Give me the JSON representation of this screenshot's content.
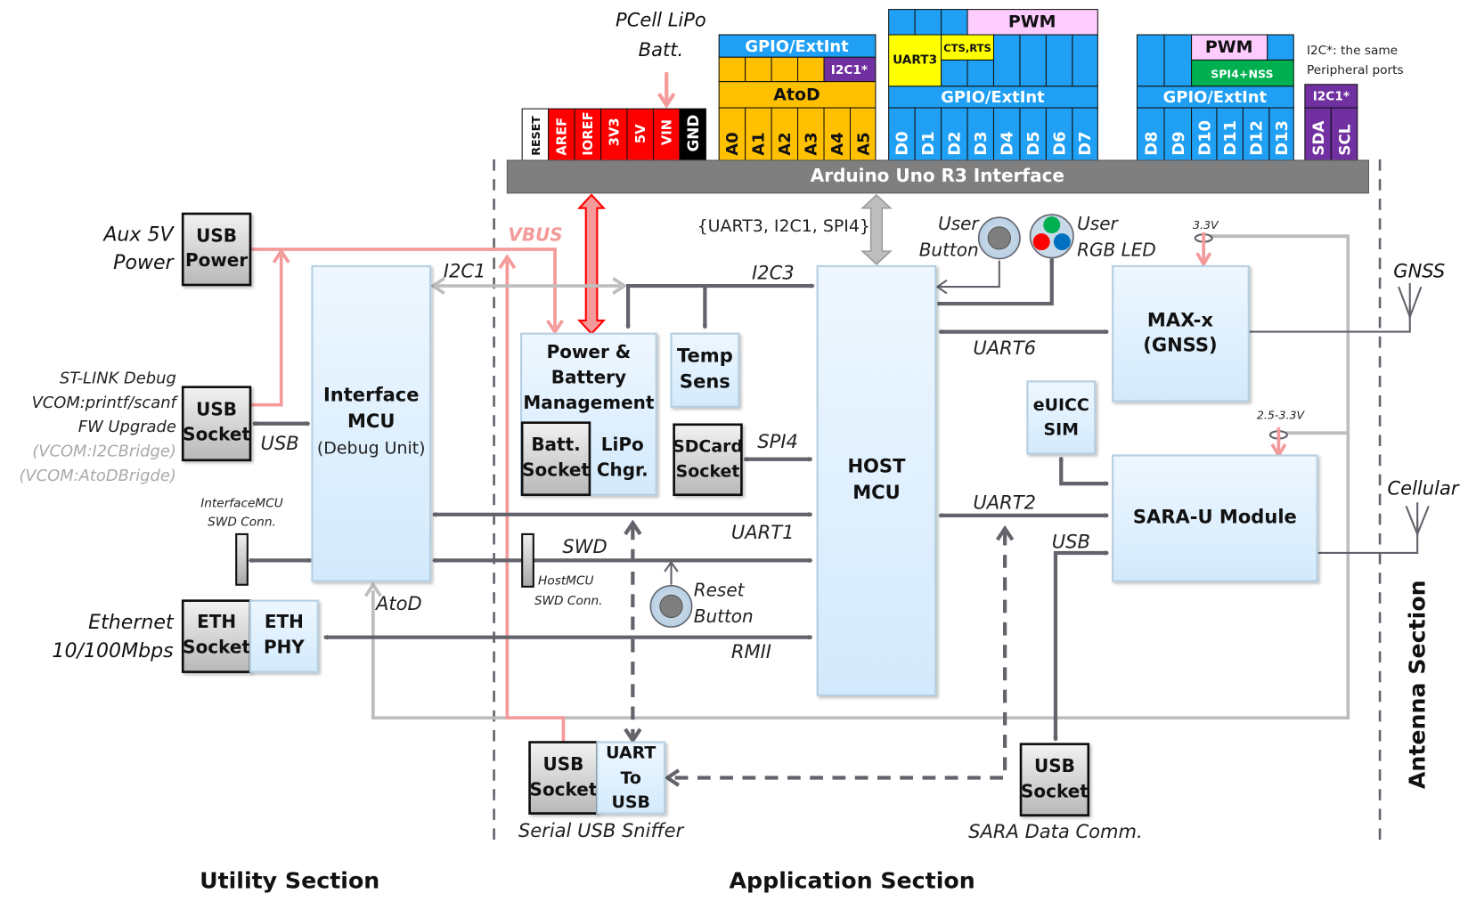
{
  "header": {
    "battery_label_1": "PCell LiPo",
    "battery_label_2": "Batt.",
    "interface_bar": "Arduino Uno R3 Interface",
    "i2c_note_1": "I2C*:  the same",
    "i2c_note_2": "Peripheral ports"
  },
  "pins": {
    "power": [
      "RESET",
      "AREF",
      "IOREF",
      "3V3",
      "5V",
      "VIN",
      "GND"
    ],
    "analog": [
      "A0",
      "A1",
      "A2",
      "A3",
      "A4",
      "A5"
    ],
    "digital_low": [
      "D0",
      "D1",
      "D2",
      "D3",
      "D4",
      "D5",
      "D6",
      "D7"
    ],
    "digital_high": [
      "D8",
      "D9",
      "D10",
      "D11",
      "D12",
      "D13"
    ],
    "i2c": [
      "SDA",
      "SCL"
    ]
  },
  "pin_groups": {
    "analog_gpio": "GPIO/ExtInt",
    "analog_i2c": "I2C1*",
    "analog_atod": "AtoD",
    "low_pwm": "PWM",
    "low_uart3": "UART3",
    "low_ctsrts": "CTS,RTS",
    "low_gpio": "GPIO/ExtInt",
    "high_pwm": "PWM",
    "high_spi": "SPI4+NSS",
    "high_gpio": "GPIO/ExtInt",
    "i2c_header": "I2C1*"
  },
  "colors": {
    "power_red": "#ff0000",
    "gnd_black": "#000000",
    "analog_amber": "#ffc000",
    "gpio_blue": "#1fa0f5",
    "i2c_purple": "#7030a0",
    "pwm_pink": "#ffccff",
    "uart_yellow": "#ffff00",
    "spi_green": "#00b050",
    "interface_gray": "#7f7f7f",
    "vbus_pink": "#f59a9a"
  },
  "blocks": {
    "usb_power": [
      "USB",
      "Power"
    ],
    "usb_socket_debug": [
      "USB",
      "Socket"
    ],
    "interface_mcu": [
      "Interface",
      "MCU",
      "(Debug Unit)"
    ],
    "eth_socket": [
      "ETH",
      "Socket"
    ],
    "eth_phy": [
      "ETH",
      "PHY"
    ],
    "power_mgmt": [
      "Power &",
      "Battery",
      "Management"
    ],
    "batt_socket": [
      "Batt.",
      "Socket"
    ],
    "lipo_chgr": [
      "LiPo",
      "Chgr."
    ],
    "temp_sens": [
      "Temp",
      "Sens"
    ],
    "sdcard_socket": [
      "SDCard",
      "Socket"
    ],
    "host_mcu": [
      "HOST",
      "MCU"
    ],
    "max_gnss": [
      "MAX-x",
      "(GNSS)"
    ],
    "euicc_sim": [
      "eUICC",
      "SIM"
    ],
    "sara_module": "SARA-U Module",
    "usb_socket_sniffer": [
      "USB",
      "Socket"
    ],
    "uart_to_usb": [
      "UART",
      "To",
      "USB"
    ],
    "usb_socket_sara": [
      "USB",
      "Socket"
    ]
  },
  "labels": {
    "aux_power": [
      "Aux 5V",
      "Power"
    ],
    "stlink": [
      "ST-LINK Debug",
      "VCOM:printf/scanf",
      "FW Upgrade",
      "(VCOM:I2CBridge)",
      "(VCOM:AtoDBrigde)"
    ],
    "usb": "USB",
    "iface_swd": [
      "InterfaceMCU",
      "SWD Conn."
    ],
    "ethernet": [
      "Ethernet",
      "10/100Mbps"
    ],
    "vbus": "VBUS",
    "i2c1": "I2C1",
    "i2c3": "I2C3",
    "arduino_bus": "{UART3, I2C1, SPI4}",
    "user_button": [
      "User",
      "Button"
    ],
    "user_led": [
      "User",
      "RGB LED"
    ],
    "uart6": "UART6",
    "spi4": "SPI4",
    "uart1": "UART1",
    "swd": "SWD",
    "host_swd": [
      "HostMCU",
      "SWD Conn."
    ],
    "reset_button": [
      "Reset",
      "Button"
    ],
    "atod": "AtoD",
    "rmii": "RMII",
    "uart2": "UART2",
    "usb_sara": "USB",
    "v33": "3.3V",
    "v2533": "2.5-3.3V",
    "gnss_ant": "GNSS",
    "cell_ant": "Cellular",
    "sniffer": "Serial USB Sniffer",
    "sara_data": "SARA Data Comm."
  },
  "sections": {
    "utility": "Utility Section",
    "application": "Application Section",
    "antenna": "Antenna Section"
  }
}
